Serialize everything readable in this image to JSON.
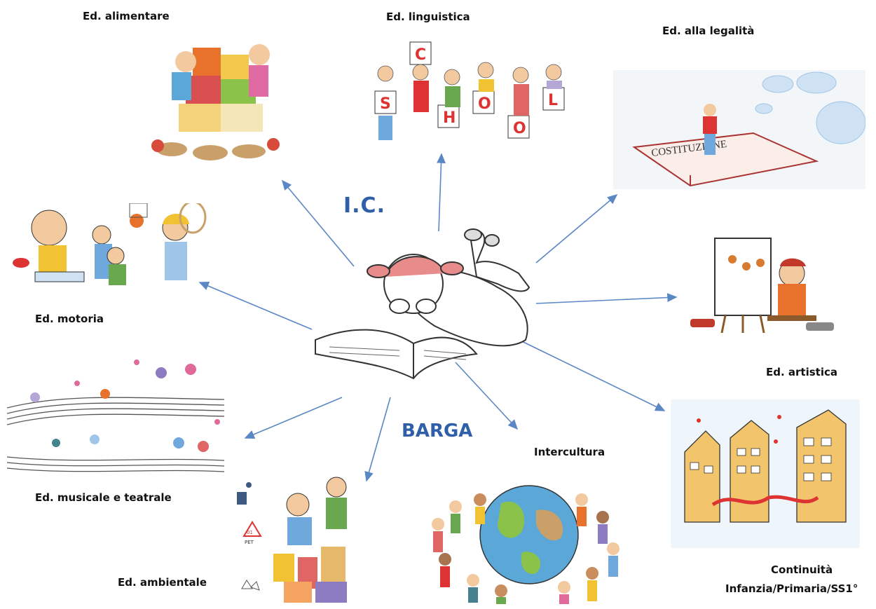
{
  "hub": {
    "title_top": "I.C.",
    "title_bottom": "BARGA",
    "title_color": "#2f5fa8"
  },
  "arrow_color": "#5b87c5",
  "topics": [
    {
      "id": "alimentare",
      "label": "Ed. alimentare",
      "icon": "food-illustration"
    },
    {
      "id": "linguistica",
      "label": "Ed. linguistica",
      "icon": "school-kids-illustration"
    },
    {
      "id": "legalita",
      "label": "Ed. alla legalità",
      "icon": "constitution-illustration"
    },
    {
      "id": "motoria",
      "label": "Ed. motoria",
      "icon": "sport-kids-illustration"
    },
    {
      "id": "artistica",
      "label": "Ed. artistica",
      "icon": "painter-illustration"
    },
    {
      "id": "musicale",
      "label": "Ed. musicale e teatrale",
      "icon": "music-dancers-illustration"
    },
    {
      "id": "ambientale",
      "label": "Ed. ambientale",
      "icon": "recycling-illustration"
    },
    {
      "id": "intercultura",
      "label": "Intercultura",
      "icon": "globe-kids-illustration"
    },
    {
      "id": "continuita",
      "label": "Continuità",
      "label2": "Infanzia/Primaria/SS1°",
      "icon": "school-buildings-illustration"
    }
  ],
  "badges": {
    "pet": "PET",
    "pet_num": "01",
    "school_letters": [
      "C",
      "S",
      "H",
      "O",
      "O",
      "L"
    ]
  }
}
